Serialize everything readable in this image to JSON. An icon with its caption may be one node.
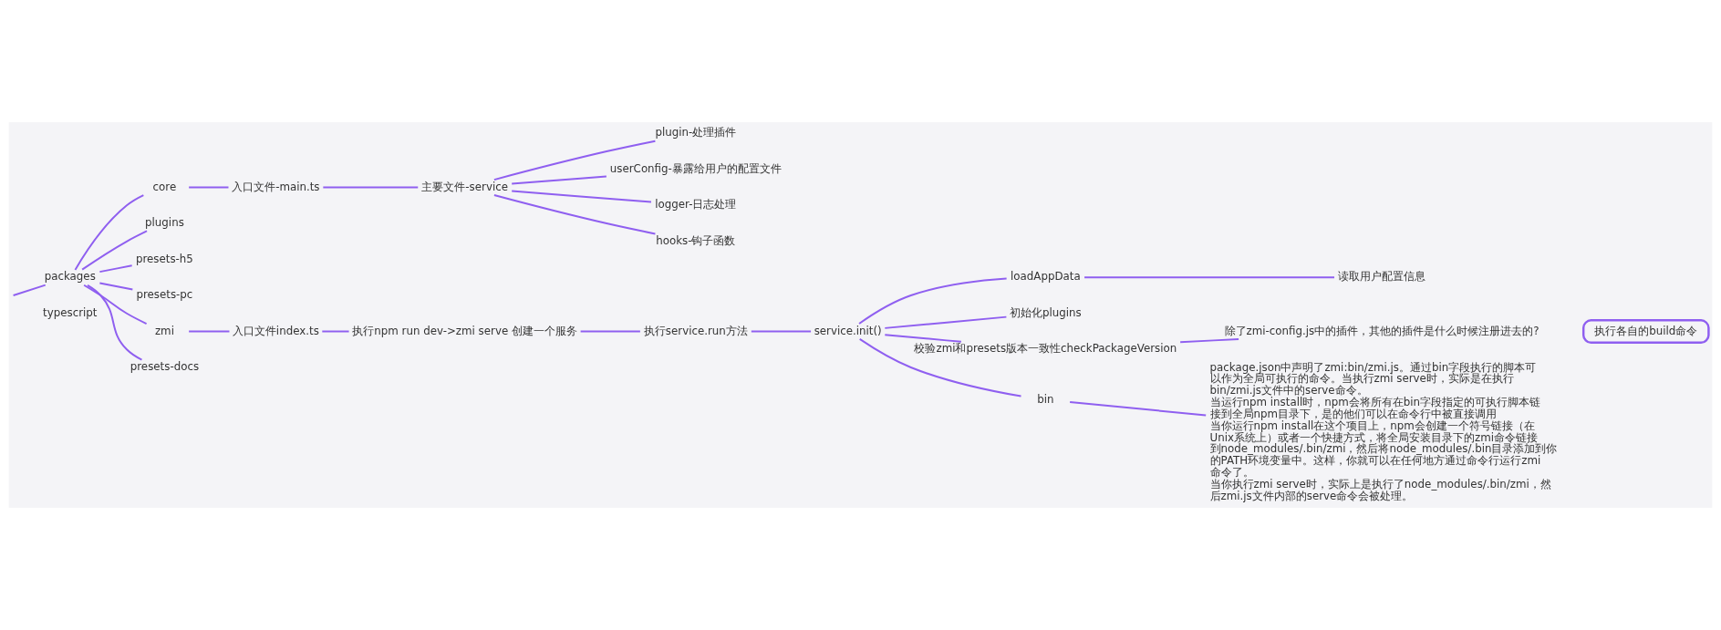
{
  "diagram": {
    "nodes": [
      {
        "text": [
          "packages"
        ]
      },
      {
        "text": [
          "core"
        ]
      },
      {
        "text": [
          "入口文件-main.ts"
        ]
      },
      {
        "text": [
          "主要文件-service"
        ]
      },
      {
        "text": [
          "plugin-处理插件"
        ]
      },
      {
        "text": [
          "userConfig-暴露给用户的配置文件"
        ]
      },
      {
        "text": [
          "logger-日志处理"
        ]
      },
      {
        "text": [
          "hooks-钩子函数"
        ]
      },
      {
        "text": [
          "plugins"
        ]
      },
      {
        "text": [
          "presets-h5"
        ]
      },
      {
        "text": [
          "presets-pc"
        ]
      },
      {
        "text": [
          "zmi"
        ]
      },
      {
        "text": [
          "入口文件index.ts"
        ]
      },
      {
        "text": [
          "执行npm run dev->zmi serve 创建一个服务"
        ]
      },
      {
        "text": [
          "执行service.run方法"
        ]
      },
      {
        "text": [
          "service.init()"
        ]
      },
      {
        "text": [
          "loadAppData"
        ]
      },
      {
        "text": [
          "读取用户配置信息"
        ]
      },
      {
        "text": [
          "初始化plugins"
        ]
      },
      {
        "text": [
          "校验zmi和presets版本一致性checkPackageVersion"
        ]
      },
      {
        "text": [
          "除了zmi-config.js中的插件，其他的插件是什么时候注册进去的?"
        ]
      },
      {
        "text": [
          "bin"
        ]
      },
      {
        "text": [
          "package.json中声明了zmi:bin/zmi.js。通过bin字段执行的脚本可以作为全局可执行的命令。当执行zmi serve时，实际是在执行bin/zmi.js文件中的serve命令。",
          "当运行npm install时，npm会将所有在bin字段指定的可执行脚本链接到全局npm目录下，是的他们可以在命令行中被直接调用",
          "当你运行npm install在这个项目上，npm会创建一个符号链接（在Unix系统上）或者一个快捷方式，将全局安装目录下的zmi命令链接到node_modules/.bin/zmi，然后将node_modules/.bin目录添加到你的PATH环境变量中。这样，你就可以在任何地方通过命令行运行zmi命令了。",
          "当你执行zmi serve时，实际上是执行了node_modules/.bin/zmi，然后zmi.js文件内部的serve命令会被处理。"
        ]
      },
      {
        "text": [
          "presets-docs"
        ]
      },
      {
        "text": [
          "执行各自的build命令"
        ]
      },
      {
        "text": [
          "typescript"
        ]
      }
    ],
    "edges": [
      {
        "from": null,
        "to": 0,
        "arrow": "none"
      },
      {
        "from": 0,
        "to": 1,
        "arrow": "none"
      },
      {
        "from": 1,
        "to": 2,
        "arrow": "none"
      },
      {
        "from": 2,
        "to": 3,
        "arrow": "none"
      },
      {
        "from": 3,
        "to": 4,
        "arrow": "none"
      },
      {
        "from": 3,
        "to": 5,
        "arrow": "none"
      },
      {
        "from": 3,
        "to": 6,
        "arrow": "none"
      },
      {
        "from": 3,
        "to": 7,
        "arrow": "none"
      },
      {
        "from": 0,
        "to": 8,
        "arrow": "none"
      },
      {
        "from": 0,
        "to": 9,
        "arrow": "none"
      },
      {
        "from": 0,
        "to": 10,
        "arrow": "none"
      },
      {
        "from": 0,
        "to": 11,
        "arrow": "none"
      },
      {
        "from": 11,
        "to": 12,
        "arrow": "none"
      },
      {
        "from": 12,
        "to": 13,
        "arrow": "none"
      },
      {
        "from": 13,
        "to": 14,
        "arrow": "none"
      },
      {
        "from": 14,
        "to": 15,
        "arrow": "none"
      },
      {
        "from": 15,
        "to": 16,
        "arrow": "none"
      },
      {
        "from": 16,
        "to": 17,
        "arrow": "none"
      },
      {
        "from": 15,
        "to": 18,
        "arrow": "none"
      },
      {
        "from": 15,
        "to": 19,
        "arrow": "none"
      },
      {
        "from": 19,
        "to": 20,
        "arrow": "none"
      },
      {
        "from": 15,
        "to": 21,
        "arrow": "none"
      },
      {
        "from": 21,
        "to": 22,
        "arrow": "none"
      },
      {
        "from": 0,
        "to": 23,
        "arrow": "none"
      }
    ]
  }
}
